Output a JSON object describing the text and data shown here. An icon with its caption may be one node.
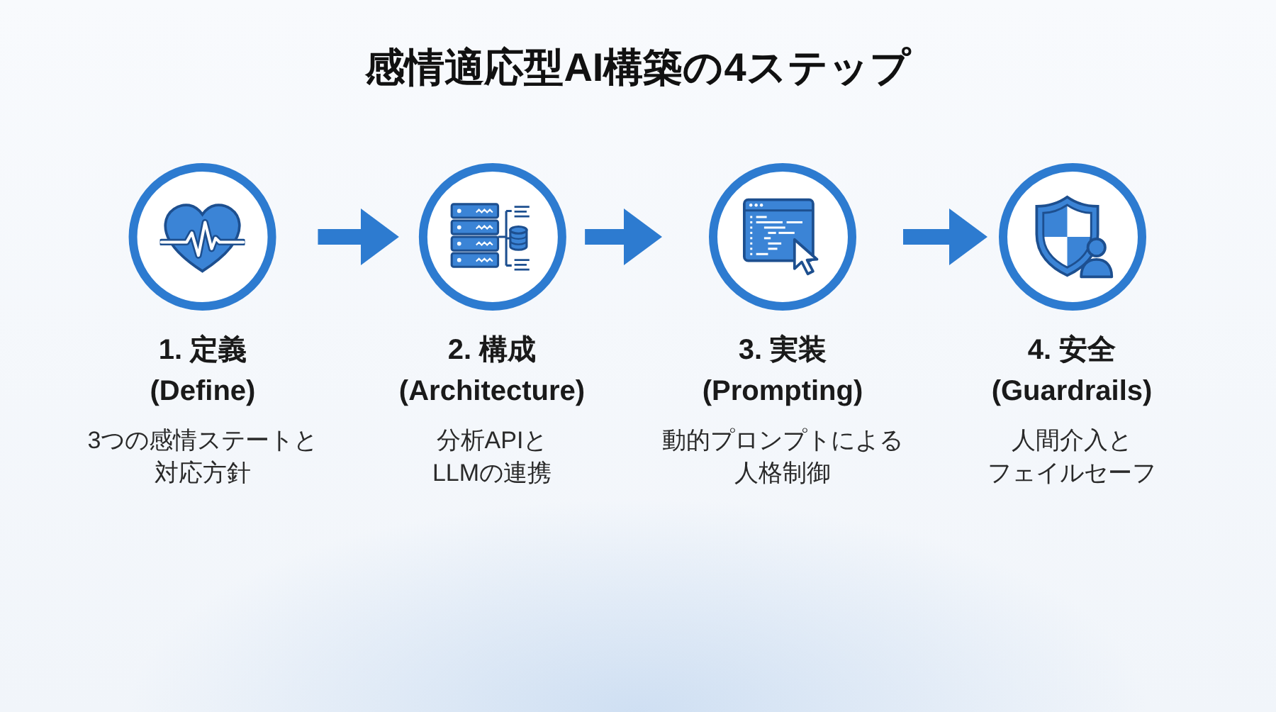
{
  "diagram": {
    "title": "感情適応型AI構築の4ステップ",
    "nodes": [
      {
        "text": [
          "1. 定義 (Define)",
          "3つの感情ステートと対応方針"
        ]
      },
      {
        "text": [
          "2. 構成 (Architecture)",
          "分析APIとLLMの連携"
        ]
      },
      {
        "text": [
          "3. 実装 (Prompting)",
          "動的プロンプトによる人格制御"
        ]
      },
      {
        "text": [
          "4. 安全 (Guardrails)",
          "人間介入とフェイルセーフ"
        ]
      }
    ],
    "edges": [
      {
        "from": 0,
        "to": 1,
        "arrow": "to"
      },
      {
        "from": 1,
        "to": 2,
        "arrow": "to"
      },
      {
        "from": 2,
        "to": 3,
        "arrow": "to"
      }
    ]
  }
}
